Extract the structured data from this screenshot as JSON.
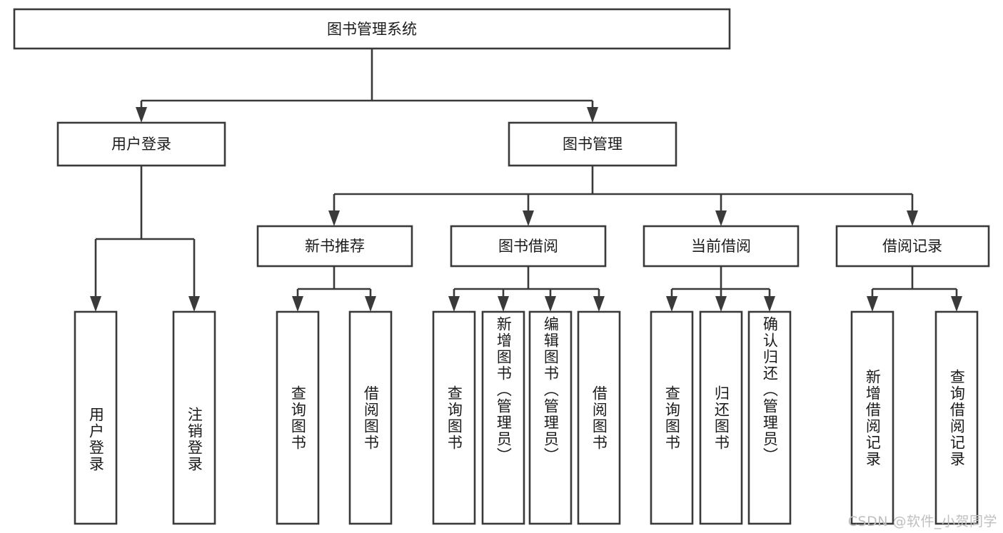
{
  "diagram": {
    "title": "图书管理系统",
    "type": "tree",
    "orientation": "top-down",
    "colors": {
      "stroke": "#3a3a3a",
      "box_fill": "#ffffff",
      "text": "#1b1b1b",
      "background": "#ffffff",
      "watermark": "#bfbfbf"
    },
    "root": {
      "label": "图书管理系统"
    },
    "level2": [
      {
        "label": "用户登录"
      },
      {
        "label": "图书管理"
      }
    ],
    "level3": [
      {
        "label": "新书推荐"
      },
      {
        "label": "图书借阅"
      },
      {
        "label": "当前借阅"
      },
      {
        "label": "借阅记录"
      }
    ],
    "leaves": {
      "user_login": [
        {
          "label": "用户登录"
        },
        {
          "label": "注销登录"
        }
      ],
      "new_book_recommend": [
        {
          "label": "查询图书"
        },
        {
          "label": "借阅图书"
        }
      ],
      "book_borrow": [
        {
          "label": "查询图书"
        },
        {
          "label": "新增图书（管理员）"
        },
        {
          "label": "编辑图书（管理员）"
        },
        {
          "label": "借阅图书"
        }
      ],
      "current_borrow": [
        {
          "label": "查询图书"
        },
        {
          "label": "归还图书"
        },
        {
          "label": "确认归还（管理员）"
        }
      ],
      "borrow_record": [
        {
          "label": "新增借阅记录"
        },
        {
          "label": "查询借阅记录"
        }
      ]
    }
  },
  "watermark": {
    "text": "CSDN @软件_小贺同学"
  }
}
